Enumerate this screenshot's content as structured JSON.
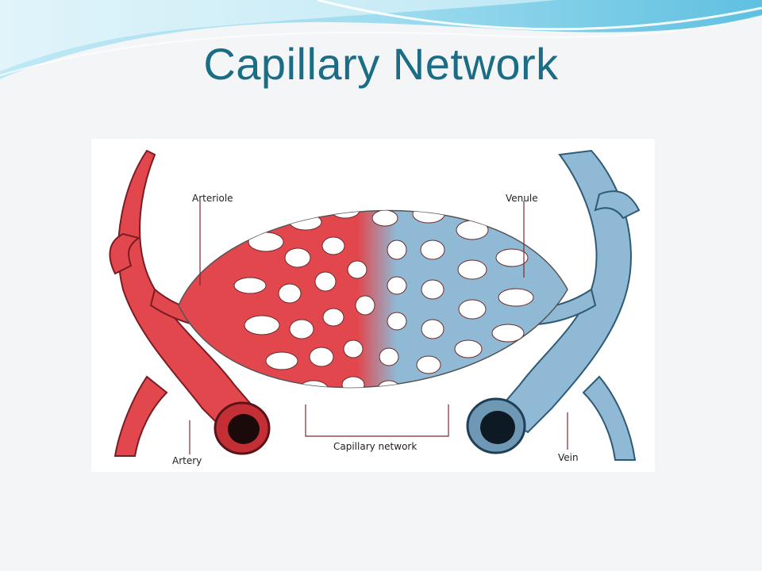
{
  "slide": {
    "title": "Capillary Network"
  },
  "diagram": {
    "labels": {
      "arteriole": "Arteriole",
      "venule": "Venule",
      "artery": "Artery",
      "vein": "Vein",
      "capillary_network": "Capillary network"
    }
  },
  "colors": {
    "title": "#1b6d86",
    "arterial": "#e2474d",
    "venous": "#8fb9d4",
    "swoosh": "#7ccbe6"
  }
}
